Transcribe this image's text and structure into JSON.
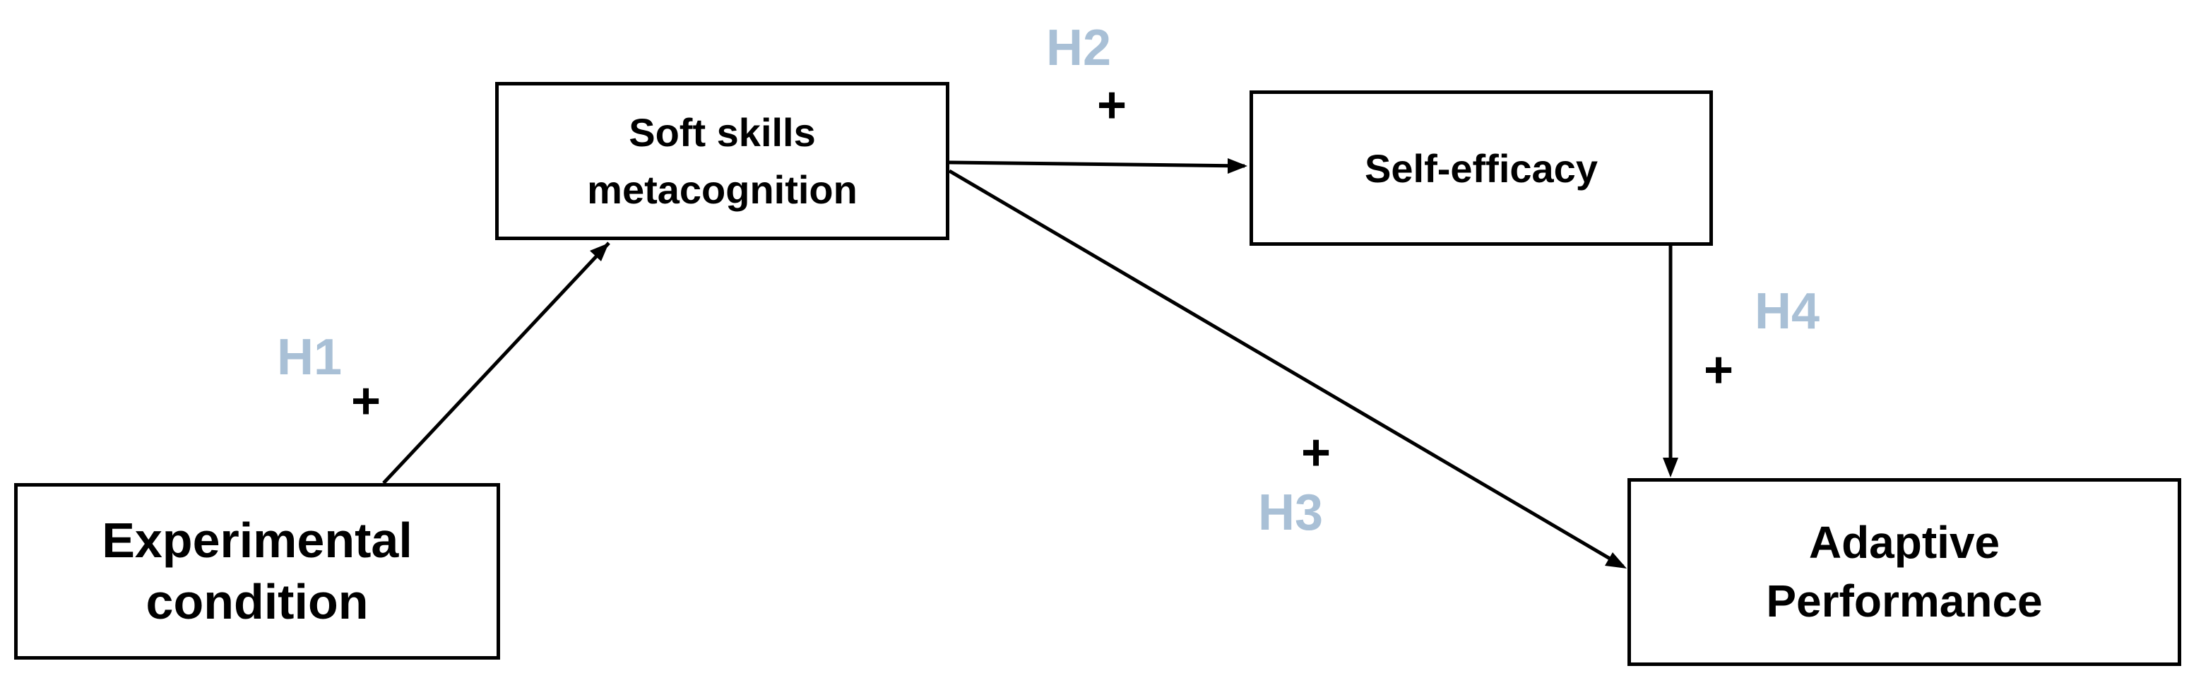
{
  "diagram": {
    "nodes": {
      "experimental_condition": {
        "label": "Experimental\ncondition"
      },
      "soft_skills_metacognition": {
        "label": "Soft skills\nmetacognition"
      },
      "self_efficacy": {
        "label": "Self-efficacy"
      },
      "adaptive_performance": {
        "label": "Adaptive\nPerformance"
      }
    },
    "edges": [
      {
        "from": "experimental_condition",
        "to": "soft_skills_metacognition",
        "hypothesis": "H1",
        "sign": "+"
      },
      {
        "from": "soft_skills_metacognition",
        "to": "self_efficacy",
        "hypothesis": "H2",
        "sign": "+"
      },
      {
        "from": "soft_skills_metacognition",
        "to": "adaptive_performance",
        "hypothesis": "H3",
        "sign": "+"
      },
      {
        "from": "self_efficacy",
        "to": "adaptive_performance",
        "hypothesis": "H4",
        "sign": "+"
      }
    ],
    "colors": {
      "box_border": "#000000",
      "arrow": "#000000",
      "hypothesis_label": "#a9c0d6",
      "sign": "#000000"
    }
  }
}
